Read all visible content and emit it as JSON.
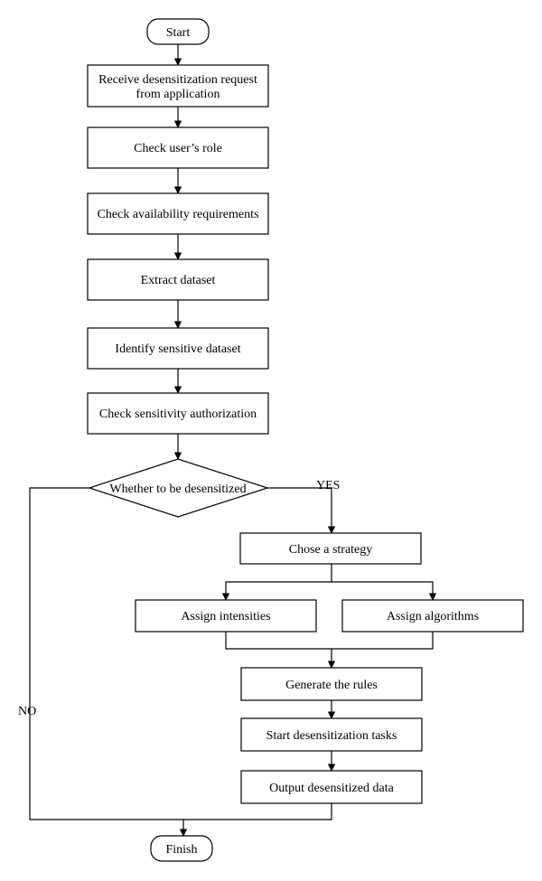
{
  "nodes": {
    "start": "Start",
    "receive_line1": "Receive desensitization request",
    "receive_line2": "from application",
    "check_role": "Check user’s role",
    "check_availability": "Check availability requirements",
    "extract": "Extract dataset",
    "identify": "Identify sensitive dataset",
    "check_sensitivity": "Check sensitivity authorization",
    "decision": "Whether to be desensitized",
    "strategy": "Chose a strategy",
    "intensities": "Assign intensities",
    "algorithms": "Assign algorithms",
    "rules": "Generate the rules",
    "tasks": "Start desensitization tasks",
    "output": "Output desensitized data",
    "finish": "Finish"
  },
  "edges": {
    "yes": "YES",
    "no": "NO"
  }
}
